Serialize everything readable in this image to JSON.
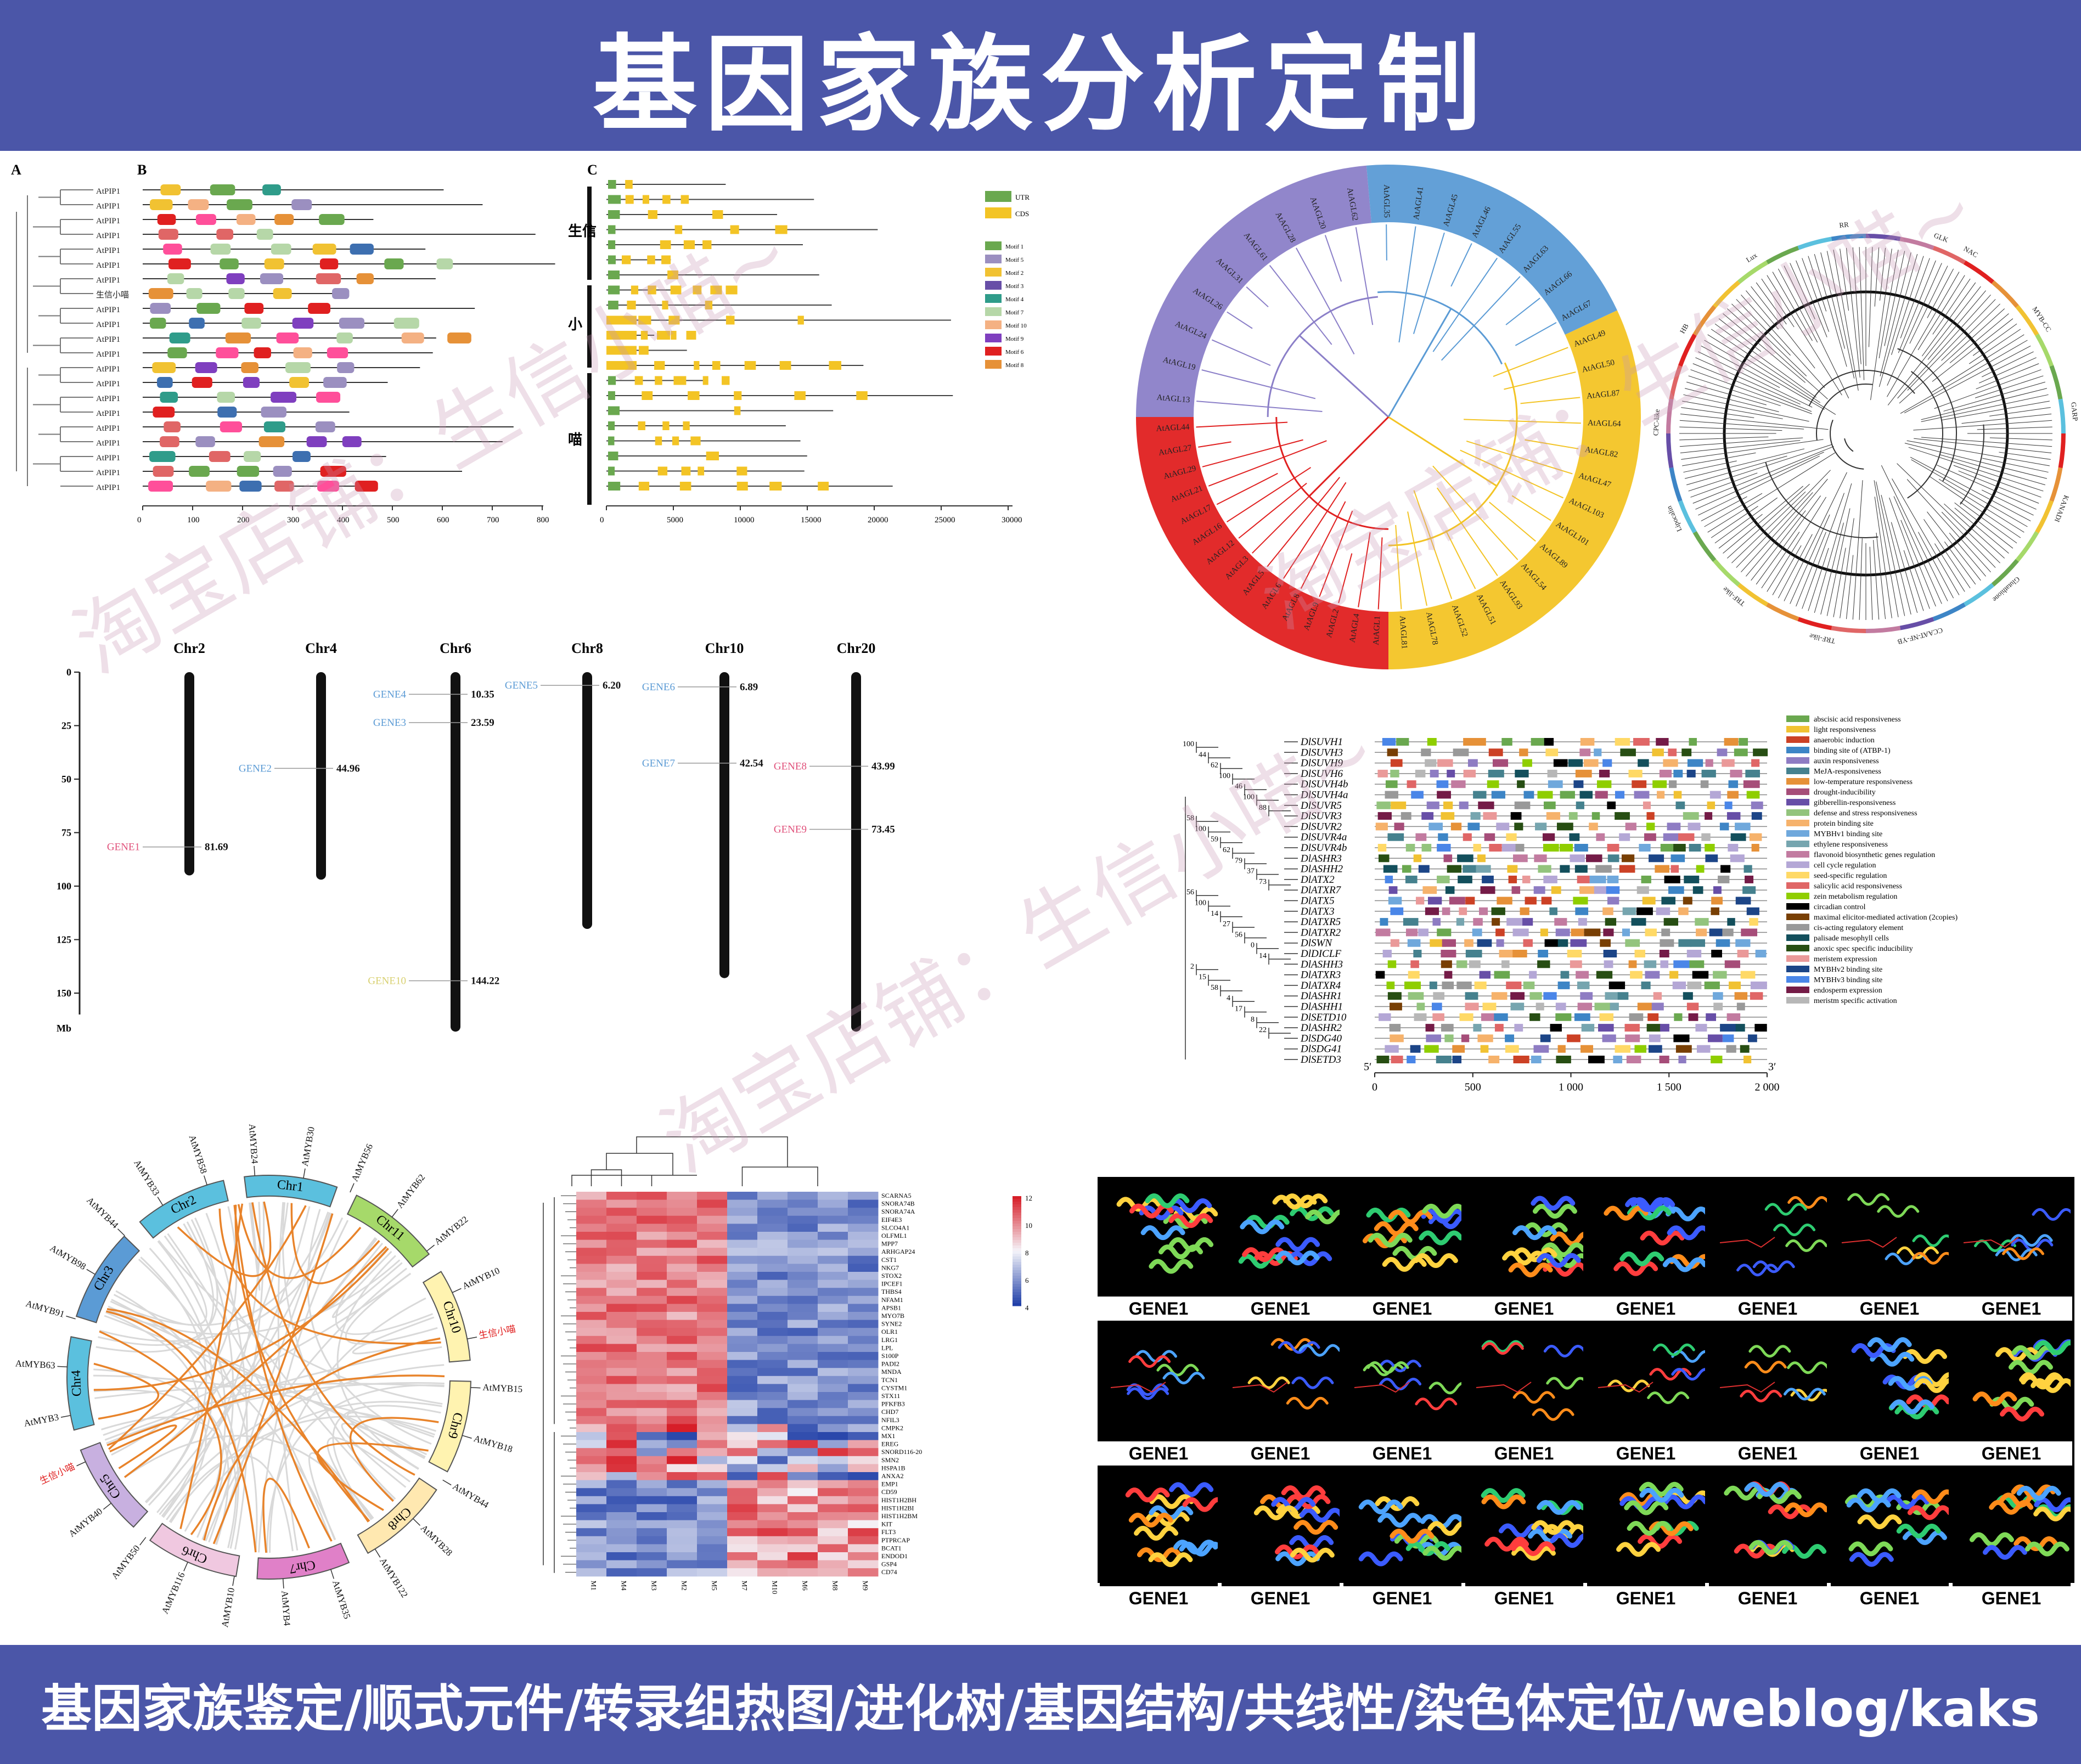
{
  "header": {
    "title": "基因家族分析定制"
  },
  "footer": {
    "text": "基因家族鉴定/顺式元件/转录组热图/进化树/基因结构/共线性/染色体定位/weblog/kaks"
  },
  "watermarks": [
    "淘宝店铺：生信小喵~",
    "淘宝店铺：生信小喵~",
    "淘宝店铺：生信小喵~"
  ],
  "colors": {
    "banner": "#4b56a8",
    "red": "#e02020",
    "yellow": "#f3c425",
    "blue": "#5b9bd5",
    "purple": "#8b7fc8",
    "orange": "#e8832a"
  },
  "gene_structure": {
    "labels": {
      "a": "A",
      "b": "B",
      "c": "C"
    },
    "genes": [
      "AtPIP1",
      "AtPIP1",
      "AtPIP1",
      "AtPIP1",
      "AtPIP1",
      "AtPIP1",
      "AtPIP1",
      "生信小喵",
      "AtPIP1",
      "AtPIP1",
      "AtPIP1",
      "AtPIP1",
      "AtPIP1",
      "AtPIP1",
      "AtPIP1",
      "AtPIP1",
      "AtPIP1",
      "AtPIP1",
      "AtPIP1",
      "AtPIP1",
      "AtPIP1"
    ],
    "axis_b": [
      "0",
      "100",
      "200",
      "300",
      "400",
      "500",
      "600",
      "700",
      "800"
    ],
    "axis_c": [
      "0",
      "5000",
      "10000",
      "15000",
      "20000",
      "25000",
      "30000"
    ],
    "group_labels": [
      "生信",
      "小",
      "喵"
    ],
    "legend_utr": "UTR",
    "legend_cds": "CDS",
    "motifs": [
      "Motif 1",
      "Motif 5",
      "Motif 2",
      "Motif 3",
      "Motif 4",
      "Motif 7",
      "Motif 10",
      "Motif 9",
      "Motif 6",
      "Motif 8"
    ]
  },
  "circular_tree": {
    "purple_labels": [
      "AtAGL13",
      "AtAGL19",
      "AtAGL24",
      "AtAGL26",
      "AtAGL31",
      "AtAGL61",
      "AtAGL28",
      "AtAGL20",
      "AtAGL62"
    ],
    "blue_labels": [
      "AtAGL35",
      "AtAGL41",
      "AtAGL45",
      "AtAGL46",
      "AtAGL55",
      "AtAGL63",
      "AtAGL66",
      "AtAGL67"
    ],
    "yellow_labels": [
      "AtAGL49",
      "AtAGL50",
      "AtAGL87",
      "AtAGL64",
      "AtAGL82",
      "AtAGL47",
      "AtAGL103",
      "AtAGL101",
      "AtAGL89",
      "AtAGL54",
      "AtAGL93",
      "AtAGL51",
      "AtAGL52",
      "AtAGL78",
      "AtAGL81"
    ],
    "red_labels": [
      "AtAGL1",
      "AtAGL4",
      "AtAGL2",
      "AtAGL9",
      "AtAGL8",
      "AtAGL6",
      "AtAGL5",
      "AtAGL3",
      "AtAGL12",
      "AtAGL16",
      "AtAGL17",
      "AtAGL21",
      "AtAGL29",
      "AtAGL27",
      "AtAGL44"
    ]
  },
  "ring_tree": {
    "families": [
      "NAC",
      "MYB-CC",
      "GARP",
      "KANADI",
      "Glutathione",
      "CCAAT-NF-YB",
      "TRF-like",
      "TRF-like",
      "Lipocalin",
      "CPC-like",
      "HB",
      "Lux",
      "RR",
      "GLK"
    ]
  },
  "chromosomes": {
    "unit": "Mb",
    "ticks": [
      "0",
      "25",
      "50",
      "75",
      "100",
      "125",
      "150"
    ],
    "chrs": [
      {
        "name": "Chr2",
        "genes": [
          {
            "name": "GENE1",
            "pos": "81.69",
            "color": "#e0507a"
          }
        ]
      },
      {
        "name": "Chr4",
        "genes": [
          {
            "name": "GENE2",
            "pos": "44.96",
            "color": "#5b9bd5"
          }
        ]
      },
      {
        "name": "Chr6",
        "genes": [
          {
            "name": "GENE4",
            "pos": "10.35",
            "color": "#5b9bd5"
          },
          {
            "name": "GENE3",
            "pos": "23.59",
            "color": "#5b9bd5"
          },
          {
            "name": "GENE10",
            "pos": "144.22",
            "color": "#d8d070"
          }
        ]
      },
      {
        "name": "Chr8",
        "genes": [
          {
            "name": "GENE5",
            "pos": "6.20",
            "color": "#5b9bd5"
          }
        ]
      },
      {
        "name": "Chr10",
        "genes": [
          {
            "name": "GENE6",
            "pos": "6.89",
            "color": "#5b9bd5"
          },
          {
            "name": "GENE7",
            "pos": "42.54",
            "color": "#5b9bd5"
          }
        ]
      },
      {
        "name": "Chr20",
        "genes": [
          {
            "name": "GENE8",
            "pos": "43.99",
            "color": "#e0507a"
          },
          {
            "name": "GENE9",
            "pos": "73.45",
            "color": "#e0507a"
          }
        ]
      }
    ]
  },
  "cis_elements": {
    "genes": [
      "DlSUVH1",
      "DlSUVH3",
      "DlSUVH9",
      "DlSUVH6",
      "DlSUVH4b",
      "DlSUVH4a",
      "DlSUVR5",
      "DlSUVR3",
      "DlSUVR2",
      "DlSUVR4a",
      "DlSUVR4b",
      "DlASHR3",
      "DlASHH2",
      "DlATX2",
      "DlATXR7",
      "DlATX5",
      "DlATX3",
      "DlATXR5",
      "DlATXR2",
      "DlSWN",
      "DlDICLF",
      "DlASHH3",
      "DlATXR3",
      "DlATXR4",
      "DlASHR1",
      "DlASHH1",
      "DlSETD10",
      "DlASHR2",
      "DlSDG40",
      "DlSDG41",
      "DlSETD3"
    ],
    "bootstrap": [
      "100",
      "44",
      "62",
      "100",
      "46",
      "100",
      "88",
      "58",
      "100",
      "59",
      "62",
      "79",
      "37",
      "73",
      "56",
      "100",
      "14",
      "27",
      "56",
      "0",
      "14",
      "2",
      "15",
      "58",
      "4",
      "17",
      "8",
      "22"
    ],
    "axis": [
      "0",
      "500",
      "1 000",
      "1 500",
      "2 000"
    ],
    "five": "5′",
    "three": "3′",
    "legend": [
      "abscisic acid responsiveness",
      "light responsiveness",
      "anaerobic induction",
      "binding site of (ATBP-1)",
      "auxin responsiveness",
      "MeJA-responsiveness",
      "low-temperature responsiveness",
      "drought-inducibility",
      "gibberellin-responsiveness",
      "defense and stress responsiveness",
      "protein binding site",
      "MYBHv1 binding site",
      "ethylene responsiveness",
      "flavonoid biosynthetic genes regulation",
      "cell cycle regulation",
      "seed-specific regulation",
      "salicylic acid responsiveness",
      "zein metabolism regulation",
      "circadian control",
      "maximal elicitor-mediated activation (2copies)",
      "cis-acting regulatory element",
      "palisade mesophyll cells",
      "anoxic spec specific inducibility",
      "meristem expression",
      "MYBHv2 binding site",
      "MYBHv3 binding site",
      "endosperm expression",
      "meristm specific activation"
    ],
    "legend_colors": [
      "#6aa84f",
      "#f1c232",
      "#cc4125",
      "#3d85c6",
      "#8e7cc3",
      "#45818e",
      "#e69138",
      "#a64d79",
      "#674ea7",
      "#93c47d",
      "#f6b26b",
      "#6fa8dc",
      "#76a5af",
      "#c27ba0",
      "#b4a7d6",
      "#ffd966",
      "#e06666",
      "#8fce00",
      "#000000",
      "#783f04",
      "#999999",
      "#134f5c",
      "#274e13",
      "#ea9999",
      "#1c4587",
      "#4a86e8",
      "#741b47",
      "#b7b7b7"
    ]
  },
  "circos": {
    "chrs": [
      {
        "name": "Chr1",
        "color": "#5bc0de"
      },
      {
        "name": "Chr11",
        "color": "#a6d96a"
      },
      {
        "name": "Chr10",
        "color": "#fff3b0"
      },
      {
        "name": "Chr9",
        "color": "#fff3b0"
      },
      {
        "name": "Chr8",
        "color": "#ffe8b0"
      },
      {
        "name": "Chr7",
        "color": "#e080c8"
      },
      {
        "name": "Chr6",
        "color": "#f0c8e0"
      },
      {
        "name": "Chr5",
        "color": "#c8b0e0"
      },
      {
        "name": "Chr4",
        "color": "#5bc0de"
      },
      {
        "name": "Chr3",
        "color": "#5b9bd5"
      },
      {
        "name": "Chr2",
        "color": "#5bc0de"
      }
    ],
    "genes": [
      "AtMYB24",
      "AtMYB30",
      "AtMYB56",
      "AtMYB62",
      "AtMYB22",
      "AtMYB10",
      "生信小喵",
      "AtMYB15",
      "AtMYB18",
      "AtMYB44",
      "AtMYB28",
      "AtMYB122",
      "AtMYB35",
      "AtMYB4",
      "AtMYB10",
      "AtMYB116",
      "AtMYB50",
      "AtMYB40",
      "生信小喵",
      "AtMYB3",
      "AtMYB63",
      "AtMYB91",
      "AtMYB98",
      "AtMYB44",
      "AtMYB33",
      "AtMYB58"
    ]
  },
  "heatmap": {
    "rows": [
      "SCARNA5",
      "SNORA74B",
      "SNORA74A",
      "EIF4E3",
      "SLCO4A1",
      "OLFML1",
      "MPP7",
      "ARHGAP24",
      "CST1",
      "NKG7",
      "STOX2",
      "IPCEF1",
      "THBS4",
      "NFAM1",
      "APSB1",
      "MYO7B",
      "SYNE2",
      "OLR1",
      "LRG1",
      "LPL",
      "S100P",
      "PADI2",
      "MNDA",
      "TCN1",
      "CYSTM1",
      "STX11",
      "PFKFB3",
      "CHD7",
      "NFIL3",
      "CMPK2",
      "MX1",
      "EREG",
      "SNORD116-20",
      "SMN2",
      "HSPA1B",
      "ANXA2",
      "EMP1",
      "CD59",
      "HIST1H2BH",
      "HIST1H2BI",
      "HIST1H2BM",
      "KIT",
      "FLT3",
      "PTPRCAP",
      "BCAT1",
      "ENDOD1",
      "GSP4",
      "CD74"
    ],
    "cols": [
      "M1",
      "M4",
      "M3",
      "M2",
      "M5",
      "M7",
      "M10",
      "M6",
      "M8",
      "M9"
    ],
    "scale": [
      "12",
      "10",
      "8",
      "6",
      "4"
    ]
  },
  "proteins": {
    "caption": "GENE1",
    "rows": [
      [
        "GENE1",
        "GENE1",
        "GENE1",
        "GENE1",
        "GENE1",
        "GENE1",
        "GENE1",
        "GENE1"
      ],
      [
        "GENE1",
        "GENE1",
        "GENE1",
        "GENE1",
        "GENE1",
        "GENE1",
        "GENE1",
        "GENE1"
      ],
      [
        "GENE1",
        "GENE1",
        "GENE1",
        "GENE1",
        "GENE1",
        "GENE1",
        "GENE1",
        "GENE1"
      ]
    ]
  }
}
